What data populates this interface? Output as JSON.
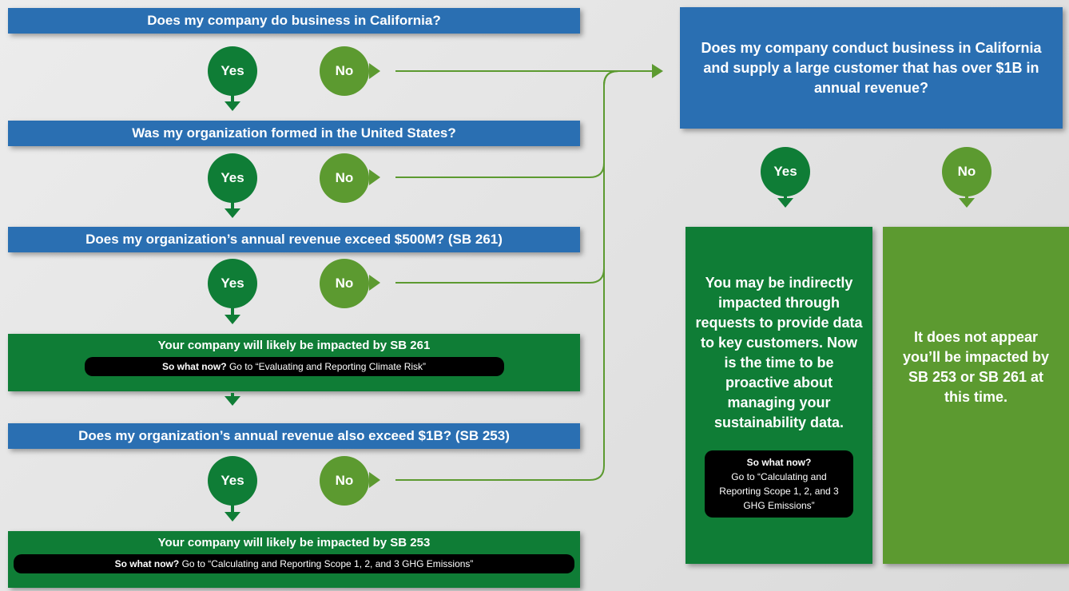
{
  "left_flow": {
    "q1": "Does my company do business in California?",
    "q2": "Was my organization formed in the United States?",
    "q3": "Does my organization’s annual revenue exceed $500M? (SB 261)",
    "outcome_sb261": {
      "title": "Your company will likely be impacted by SB 261",
      "pill_bold": "So what now?",
      "pill_text": " Go to “Evaluating and Reporting Climate Risk”"
    },
    "q4": "Does my organization’s annual revenue also exceed $1B?  (SB 253)",
    "outcome_sb253": {
      "title": "Your company will likely be impacted by SB 253",
      "pill_bold": "So what now?",
      "pill_text": " Go to “Calculating and Reporting Scope 1, 2, and 3 GHG Emissions”"
    }
  },
  "labels": {
    "yes": "Yes",
    "no": "No"
  },
  "right_flow": {
    "question": "Does my company conduct business in California and supply a large customer that has over $1B in annual revenue?",
    "yes_panel": {
      "text": "You may be indirectly impacted through requests to provide data to key customers. Now is the time to be proactive about managing your sustainability data.",
      "pill_bold": "So what now?",
      "pill_text": "Go to “Calculating and Reporting Scope 1, 2, and 3 GHG Emissions”"
    },
    "no_panel": {
      "text": "It does not appear you’ll be impacted by SB 253 or SB 261 at this time."
    }
  },
  "colors": {
    "question_blue": "#2a6fb2",
    "dark_green": "#0f7d36",
    "lime_green": "#5c9a30",
    "pill_black": "#000000"
  }
}
